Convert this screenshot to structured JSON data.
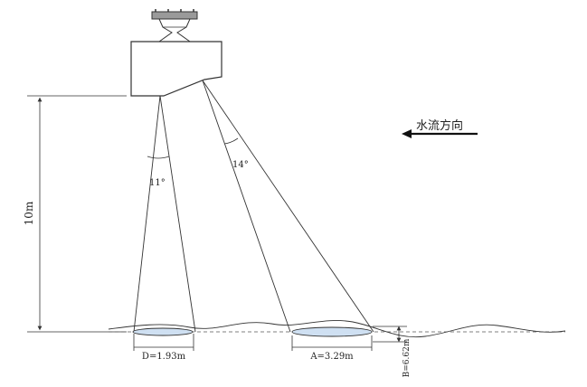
{
  "labels": {
    "height": "10m",
    "angle_vertical": "11°",
    "angle_oblique": "14°",
    "flow_direction": "水流方向",
    "footprint_d": "D=1.93m",
    "footprint_a": "A=3.29m",
    "footprint_b": "B=6.62m"
  },
  "colors": {
    "line": "#333333",
    "footprint_fill": "#cfe0f2",
    "device_top": "#9a9a9a"
  }
}
